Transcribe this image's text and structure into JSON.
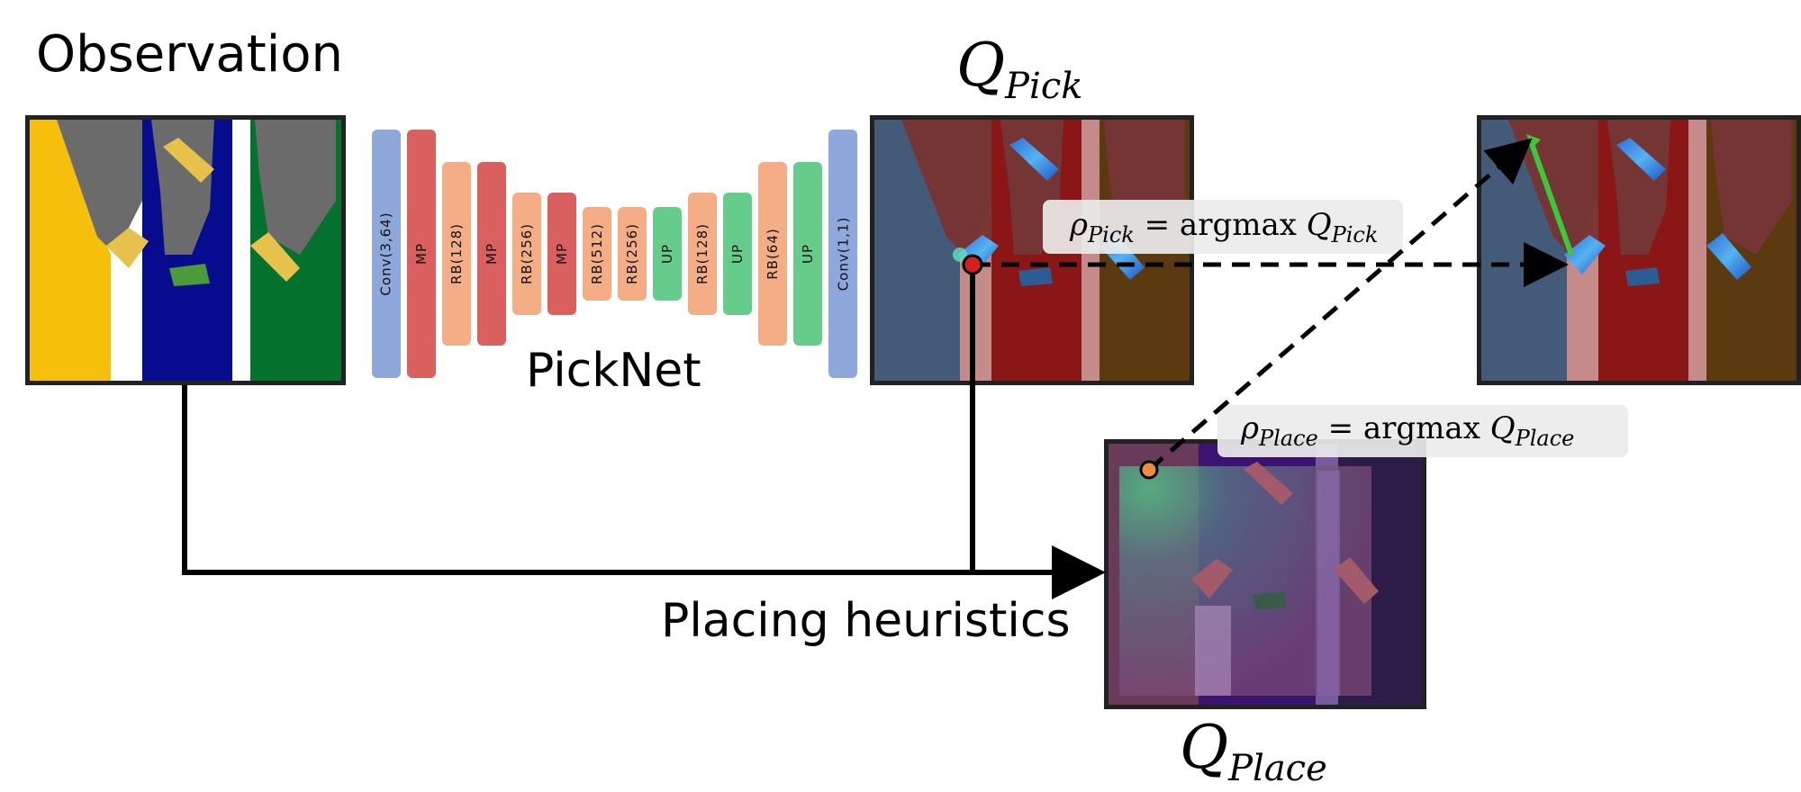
{
  "titles": {
    "observation": "Observation",
    "picknet": "PickNet",
    "placing": "Placing heuristics"
  },
  "q_pick": {
    "base": "Q",
    "sub": "Pick"
  },
  "q_place": {
    "base": "Q",
    "sub": "Place"
  },
  "formula_pick": {
    "rho": "ρ",
    "sub": "Pick",
    "eq": "= argmax",
    "q": "Q",
    "qsub": "Pick"
  },
  "formula_place": {
    "rho": "ρ",
    "sub": "Place",
    "eq": "= argmax",
    "q": "Q",
    "qsub": "Place"
  },
  "layers": [
    {
      "label": "Conv(3,64)",
      "kind": "conv"
    },
    {
      "label": "MP",
      "kind": "mp"
    },
    {
      "label": "RB(128)",
      "kind": "rb"
    },
    {
      "label": "MP",
      "kind": "mp"
    },
    {
      "label": "RB(256)",
      "kind": "rb"
    },
    {
      "label": "MP",
      "kind": "mp"
    },
    {
      "label": "RB(512)",
      "kind": "rb"
    },
    {
      "label": "RB(256)",
      "kind": "rb"
    },
    {
      "label": "UP",
      "kind": "up"
    },
    {
      "label": "RB(128)",
      "kind": "rb"
    },
    {
      "label": "UP",
      "kind": "up"
    },
    {
      "label": "RB(64)",
      "kind": "rb"
    },
    {
      "label": "UP",
      "kind": "up"
    },
    {
      "label": "Conv(1,1)",
      "kind": "conv"
    }
  ],
  "colors": {
    "conv": "#8fa8dc",
    "mp": "#d9605f",
    "rb": "#f4ad84",
    "up": "#65cc8c",
    "arrow": "#000000",
    "pick_dot": "#d32020",
    "place_dot": "#f08c3c"
  }
}
